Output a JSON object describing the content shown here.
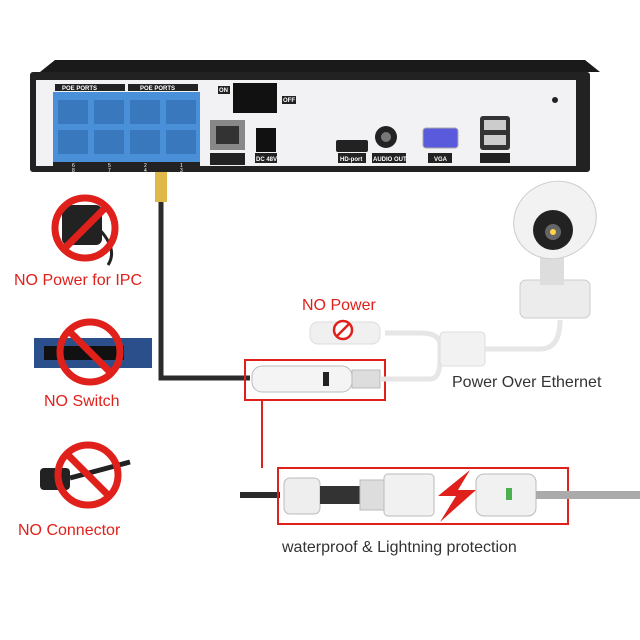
{
  "nvr": {
    "poe_label_left": "POE PORTS",
    "poe_label_right": "POE PORTS",
    "port_numbers_top": [
      "6",
      "5",
      "2",
      "1"
    ],
    "port_numbers_bottom": [
      "8",
      "7",
      "4",
      "3"
    ],
    "switch_on": "ON",
    "switch_off": "OFF",
    "dc_label": "DC 48V",
    "hdmi_label": "HD-port",
    "audio_label": "AUDIO OUT",
    "vga_label": "VGA"
  },
  "warnings": {
    "power_for_ipc": "NO Power for IPC",
    "switch": "NO Switch",
    "connector": "NO Connector",
    "power": "NO Power"
  },
  "labels": {
    "poe": "Power Over Ethernet",
    "waterproof": "waterproof & Lightning protection"
  },
  "colors": {
    "warning_red": "#e0201b",
    "poe_blue": "#4a90d9",
    "cable": "#2b2b2b"
  }
}
